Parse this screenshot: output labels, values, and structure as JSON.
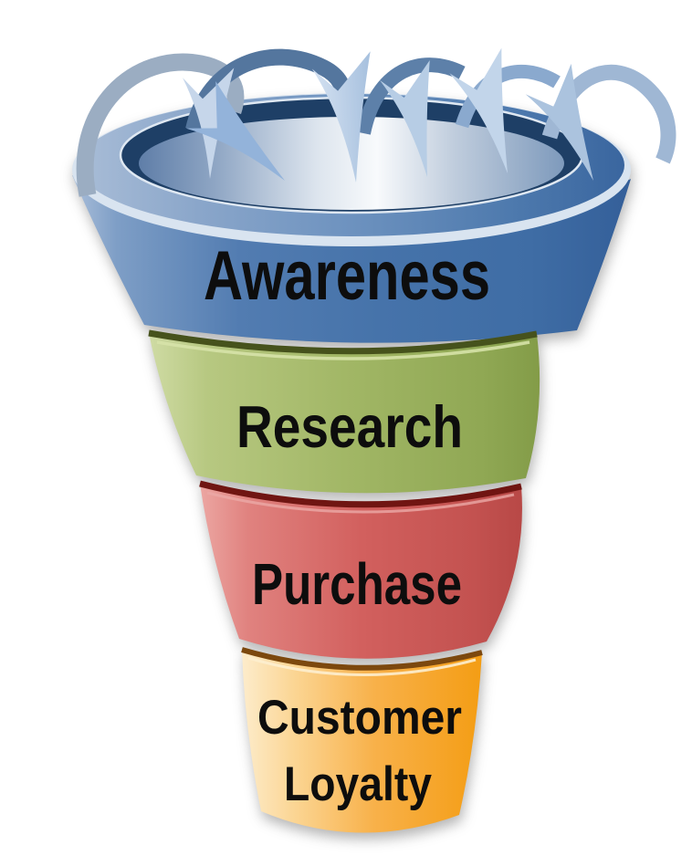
{
  "funnel": {
    "stages": [
      {
        "label": "Awareness",
        "color": "#4673aa",
        "text_color": "#0d0d0d"
      },
      {
        "label": "Research",
        "color": "#a2b766",
        "text_color": "#0d0d0d"
      },
      {
        "label": "Purchase",
        "color": "#d2605e",
        "text_color": "#0d0d0d"
      },
      {
        "label": "Customer Loyalty",
        "lines": [
          "Customer",
          "Loyalty"
        ],
        "color": "#f8b14a",
        "text_color": "#0d0d0d"
      }
    ],
    "rim": {
      "outer_color": "#6d92bf",
      "ring_color": "#1e3f66",
      "interior_highlight": "#f8fafc"
    },
    "arrows": {
      "icon": "curved-inflow-arrow-icon",
      "color_light": "#c2d5ea",
      "color_medium": "#8fafd6",
      "color_dark": "#54769e"
    },
    "background_color": "#ffffff"
  }
}
